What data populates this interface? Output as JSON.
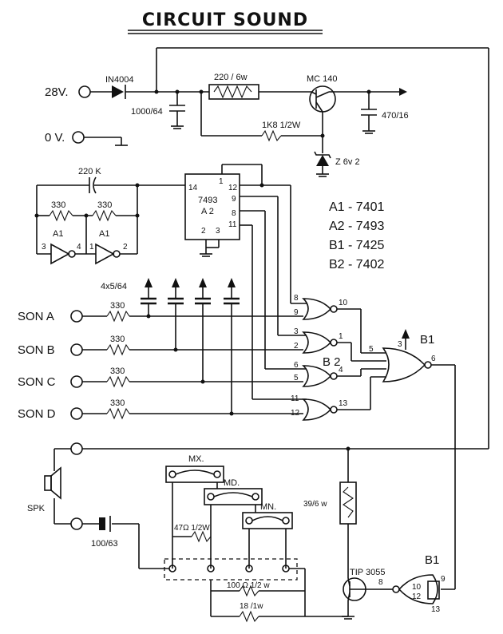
{
  "title": "CIRCUIT SOUND",
  "power": {
    "v28": "28V.",
    "v0": "0 V.",
    "diode": "IN4004",
    "resistor_top": "220 / 6w",
    "transistor": "MC 140",
    "cap_1000": "1000/64",
    "cap_470": "470/16",
    "resistor_1k8": "1K8 1/2W",
    "zener": "Z 6v 2"
  },
  "oscillator": {
    "cap": "220 K",
    "r1": "330",
    "r2": "330",
    "gate1": "A1",
    "gate2": "A1",
    "pins": [
      "3",
      "4",
      "1",
      "2"
    ]
  },
  "counter": {
    "name": "7493",
    "ref": "A 2",
    "pins": [
      "14",
      "1",
      "12",
      "9",
      "8",
      "11",
      "2",
      "3"
    ]
  },
  "legend": [
    "A1 - 7401",
    "A2 - 7493",
    "B1 - 7425",
    "B2 - 7402"
  ],
  "inputs": {
    "labels": [
      "SON A",
      "SON B",
      "SON C",
      "SON D"
    ],
    "resistor": "330",
    "caps": "4x5/64"
  },
  "gates": {
    "b2": "B 2",
    "b1": "B1",
    "b1_out": "B1",
    "pins_a": [
      "8",
      "9",
      "10"
    ],
    "pins_b": [
      "3",
      "2",
      "1"
    ],
    "pins_c": [
      "6",
      "5",
      "4"
    ],
    "pins_d": [
      "11",
      "12",
      "13"
    ],
    "b1_pins": [
      "3",
      "5",
      "6"
    ],
    "b1b_pins": [
      "9",
      "10",
      "12",
      "13",
      "8"
    ]
  },
  "output": {
    "spk": "SPK",
    "cap": "100/63",
    "mx": "MX.",
    "md": "MD.",
    "mn": "MN.",
    "r47": "47Ω 1/2W",
    "r100": "100 Ω 1/2 w",
    "r18": "18 /1w",
    "r39": "39/6 w",
    "transistor": "TIP 3055"
  }
}
